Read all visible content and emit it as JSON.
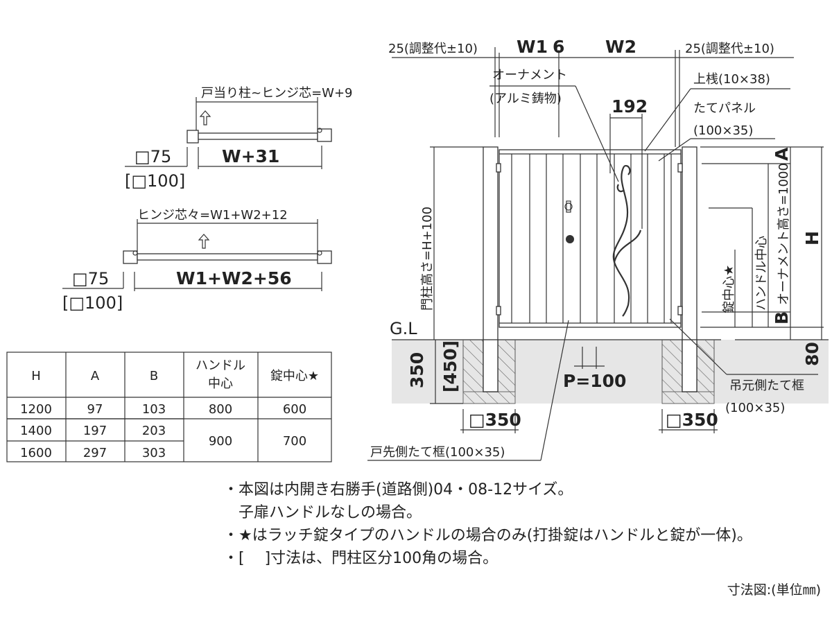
{
  "plan_top": {
    "top_dim": "戸当り柱~ヒンジ芯=W+9",
    "post_size": "□75",
    "post_size_alt": "[□100]",
    "width_dim": "W+31"
  },
  "plan_bottom": {
    "top_dim": "ヒンジ芯々=W1+W2+12",
    "post_size": "□75",
    "post_size_alt": "[□100]",
    "width_dim": "W1+W2+56"
  },
  "table": {
    "headers": [
      [
        "H"
      ],
      [
        "A"
      ],
      [
        "B"
      ],
      [
        "ハンドル",
        "中心"
      ],
      [
        "錠中心★"
      ]
    ],
    "rows": [
      [
        "1200",
        "97",
        "103",
        "800",
        "600"
      ],
      [
        "1400",
        "197",
        "203",
        "900",
        "700"
      ],
      [
        "1600",
        "297",
        "303",
        "",
        ""
      ]
    ]
  },
  "elevation": {
    "left_adjust": "25(調整代±10)",
    "w1": "W1",
    "gap": "6",
    "w2": "W2",
    "right_adjust": "25(調整代±10)",
    "ornament": "オーナメント",
    "ornament_material": "(アルミ鋳物)",
    "ornament_width": "192",
    "top_rail": "上桟(10×38)",
    "panel": "たてパネル",
    "panel_size": "(100×35)",
    "post_height": "門柱高さ=H+100",
    "ornament_height": "オーナメント高さ=1000",
    "handle_center": "ハンドル中心",
    "lock_center": "錠中心★",
    "dim_a": "A",
    "dim_b": "B",
    "dim_h": "H",
    "ground": "G.L",
    "depth": "350",
    "depth_alt": "[450]",
    "clearance": "80",
    "pitch": "P=100",
    "hinge_frame": "吊元側たて框",
    "hinge_frame_size": "(100×35)",
    "foundation": "□350",
    "latch_frame": "戸先側たて框(100×35)"
  },
  "notes": [
    "・本図は内開き右勝手(道路側)04・08-12サイズ。",
    "　子扉ハンドルなしの場合。",
    "・★はラッチ錠タイプのハンドルの場合のみ(打掛錠はハンドルと錠が一体)。",
    "・[　 ]寸法は、門柱区分100角の場合。"
  ],
  "unit_label": "寸法図:(単位㎜)"
}
